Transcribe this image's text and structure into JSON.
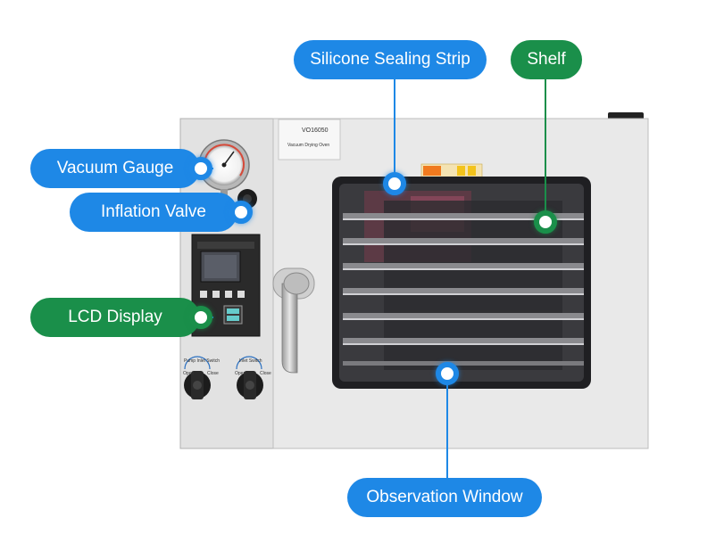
{
  "callouts": {
    "silicone_sealing_strip": "Silicone Sealing Strip",
    "shelf": "Shelf",
    "vacuum_gauge": "Vacuum Gauge",
    "inflation_valve": "Inflation Valve",
    "lcd_display": "LCD Display",
    "observation_window": "Observation Window"
  },
  "device": {
    "model_label": "VO16050",
    "subtitle_label": "Vacuum Drying Oven",
    "pump_valve_label": "Pump Inlet Switch",
    "inlet_switch_label": "Inlet Switch",
    "open_label": "Open",
    "close_label": "Close"
  },
  "colors": {
    "callout_blue": "#1e88e6",
    "callout_green": "#1a8f4a",
    "oven_body": "#e6e6e6",
    "window_glass": "#3a3a3e"
  }
}
